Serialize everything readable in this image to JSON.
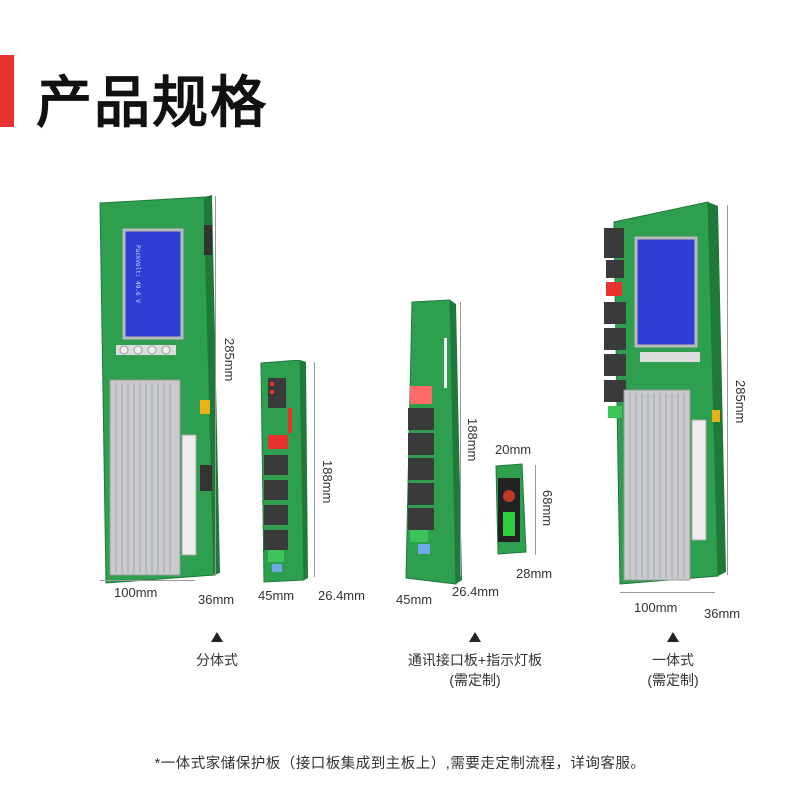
{
  "title": "产品规格",
  "products": [
    {
      "label": "分体式",
      "sublabel": "",
      "dims": {
        "height": "285mm",
        "width": "100mm",
        "depth": "36mm"
      }
    },
    {
      "label": "",
      "sublabel": "",
      "dims": {
        "height": "188mm",
        "width": "45mm",
        "depth": "26.4mm"
      }
    },
    {
      "label": "通讯接口板+指示灯板",
      "sublabel": "(需定制)",
      "dims": {
        "height": "188mm",
        "width": "45mm",
        "depth": "26.4mm"
      }
    },
    {
      "label": "",
      "sublabel": "",
      "dims": {
        "height": "68mm",
        "width": "20mm",
        "depth": "28mm"
      }
    },
    {
      "label": "一体式",
      "sublabel": "(需定制)",
      "dims": {
        "height": "285mm",
        "width": "100mm",
        "depth": "36mm"
      }
    }
  ],
  "footer": "*一体式家储保护板（接口板集成到主板上）,需要走定制流程，详询客服。",
  "colors": {
    "accent": "#e8322f",
    "pcb": "#2e9e4f",
    "lcd": "#2f3fd6",
    "heatsink": "#c8cacd",
    "port": "#3a3a3a"
  }
}
